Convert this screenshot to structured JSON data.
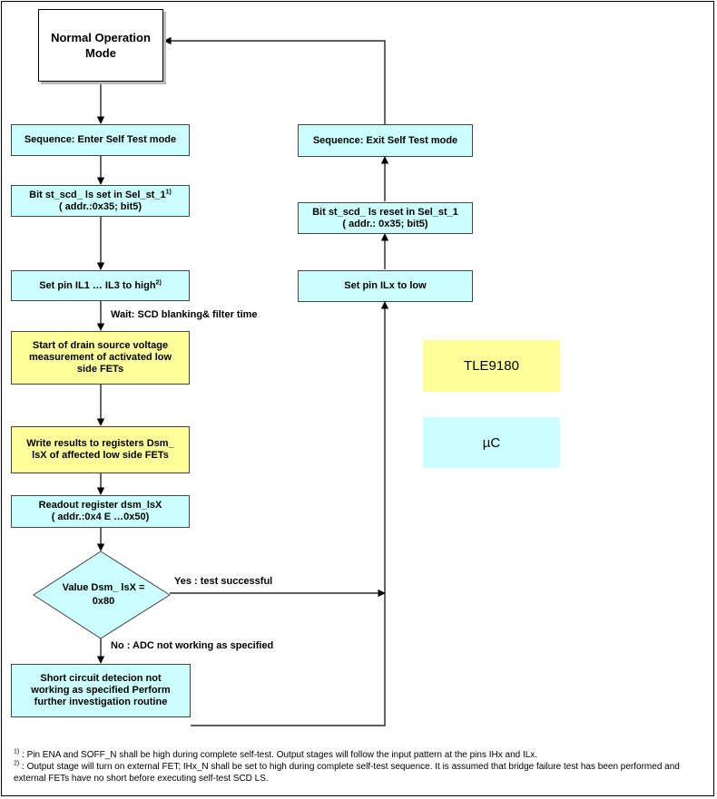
{
  "boxes": {
    "normal_mode": "Normal Operation Mode",
    "enter_self_test": "Sequence:   Enter Self Test mode",
    "bit_set": {
      "line1": "Bit st_scd_ ls set in Sel_st_1",
      "sup": "1)",
      "line2": "( addr.:0x35;  bit5)"
    },
    "set_pin_high": {
      "text": "Set pin IL1 … IL3 to high",
      "sup": "2)"
    },
    "start_measure": "Start of drain source voltage measurement of activated low side FETs",
    "write_results": "Write results to registers Dsm_  lsX of affected low side FETs",
    "readout": {
      "line1": "Readout register dsm_lsX",
      "line2": "( addr.:0x4 E …0x50)"
    },
    "decision": {
      "line1": "Value Dsm_ lsX =",
      "line2": "0x80"
    },
    "short_circuit": "Short circuit detecion not working as specified Perform further investigation routine",
    "exit_self_test": "Sequence:   Exit Self Test mode",
    "bit_reset": {
      "line1": "Bit st_scd_ ls reset in Sel_st_1",
      "line2": "( addr.: 0x35;  bit5)"
    },
    "set_pin_low": "Set pin ILx to low"
  },
  "labels": {
    "wait": "Wait:   SCD blanking& filter time",
    "yes": "Yes :  test successful",
    "no": "No :     ADC not working as specified"
  },
  "legend": {
    "tle": "TLE9180",
    "uc": "µC"
  },
  "footnotes": {
    "fn1_mark": "1)",
    "fn1": " : Pin ENA and SOFF_N shall be high during complete self-test. Output stages will follow the input pattern at the pins IHx and ILx.",
    "fn2_mark": "2)",
    "fn2": " : Output stage will turn on external FET; IHx_N shall be set to high during complete self-test sequence. It is assumed that bridge failure test has been performed and external FETs have no short before executing self-test SCD LS."
  },
  "colors": {
    "device_box": "#ffff99",
    "controller_box": "#ccffff"
  }
}
